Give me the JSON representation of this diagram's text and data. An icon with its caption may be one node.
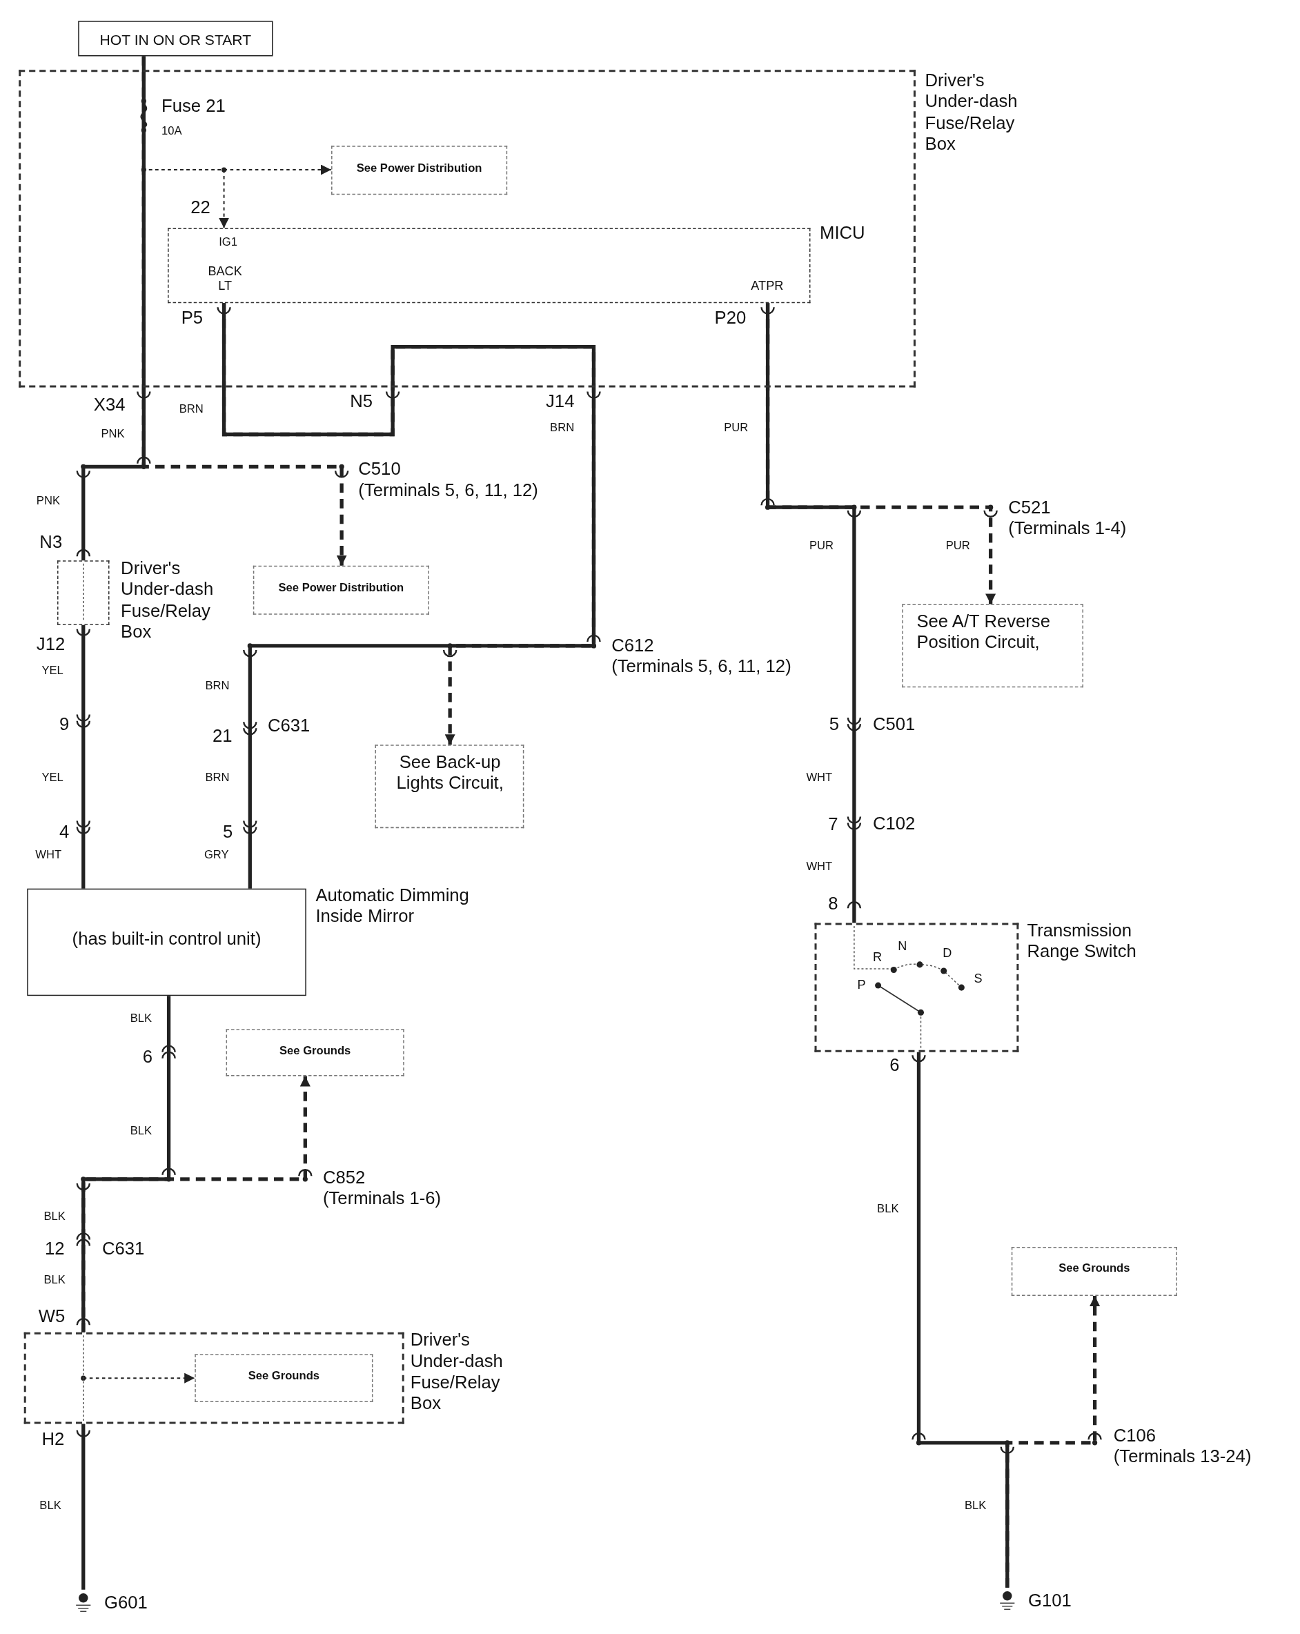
{
  "diagram": {
    "nodes": [
      {
        "text": [
          "HOT IN ON OR START"
        ]
      },
      {
        "text": [
          "Driver's Under-dash Fuse/Relay Box"
        ]
      },
      {
        "text": [
          "See Power Distribution"
        ],
        "in": 1
      },
      {
        "text": [
          "MICU",
          "IG1",
          "BACK LT",
          "ATPR"
        ],
        "in": 1
      },
      {
        "text": [
          "Driver's Under-dash Fuse/Relay Box"
        ]
      },
      {
        "text": [
          "See Power Distribution"
        ]
      },
      {
        "text": [
          "See Back-up Lights Circuit,"
        ]
      },
      {
        "text": [
          "See A/T Reverse Position Circuit,"
        ]
      },
      {
        "text": [
          "Automatic Dimming Inside Mirror",
          "(has built-in control unit)"
        ]
      },
      {
        "text": [
          "Transmission Range Switch"
        ]
      },
      {
        "text": [
          "See Grounds"
        ]
      },
      {
        "text": [
          "Driver's Under-dash Fuse/Relay Box"
        ]
      },
      {
        "text": [
          "See Grounds"
        ],
        "in": 11
      },
      {
        "text": [
          "See Grounds"
        ]
      },
      {
        "text": [
          "G601"
        ]
      },
      {
        "text": [
          "G101"
        ]
      }
    ],
    "edges": [
      {
        "from": 0,
        "to": 2,
        "arrow": "to",
        "style": "dashed"
      },
      {
        "from": 0,
        "to": 3,
        "arrow": "to",
        "style": "dashed"
      },
      {
        "from": 0,
        "to": 4,
        "arrow": "none"
      },
      {
        "from": 0,
        "to": 5,
        "arrow": "to",
        "style": "dashed"
      },
      {
        "from": 3,
        "to": 6,
        "arrow": "to",
        "style": "dashed"
      },
      {
        "from": 3,
        "to": 8,
        "arrow": "none"
      },
      {
        "from": 4,
        "to": 8,
        "arrow": "none"
      },
      {
        "from": 3,
        "to": 9,
        "arrow": "none"
      },
      {
        "from": 3,
        "to": 7,
        "arrow": "to",
        "style": "dashed"
      },
      {
        "from": 8,
        "to": 11,
        "arrow": "none"
      },
      {
        "from": 11,
        "to": 10,
        "arrow": "to",
        "style": "dashed"
      },
      {
        "from": 11,
        "to": 14,
        "arrow": "none"
      },
      {
        "from": null,
        "to": 12,
        "arrow": "to",
        "style": "dashed"
      },
      {
        "from": 9,
        "to": 15,
        "arrow": "none"
      },
      {
        "from": 15,
        "to": 13,
        "arrow": "to",
        "style": "dashed"
      }
    ],
    "labels": [
      "Fuse 21",
      "10A",
      "22",
      "P5",
      "P20",
      "X34",
      "BRN",
      "N5",
      "J14",
      "PNK",
      "BRN",
      "PUR",
      "C510",
      "(Terminals 5, 6, 11, 12)",
      "PNK",
      "C521",
      "(Terminals 1-4)",
      "PUR",
      "PUR",
      "N3",
      "J12",
      "C612",
      "(Terminals 5, 6, 11, 12)",
      "YEL",
      "BRN",
      "9",
      "C631",
      "21",
      "5",
      "C501",
      "YEL",
      "BRN",
      "WHT",
      "7",
      "C102",
      "4",
      "5",
      "WHT",
      "GRY",
      "WHT",
      "8",
      "N",
      "D",
      "R",
      "S",
      "P",
      "BLK",
      "6",
      "6",
      "BLK",
      "C852",
      "(Terminals 1-6)",
      "BLK",
      "BLK",
      "12",
      "C631",
      "BLK",
      "W5",
      "H2",
      "C106",
      "(Terminals 13-24)",
      "BLK",
      "BLK"
    ]
  }
}
